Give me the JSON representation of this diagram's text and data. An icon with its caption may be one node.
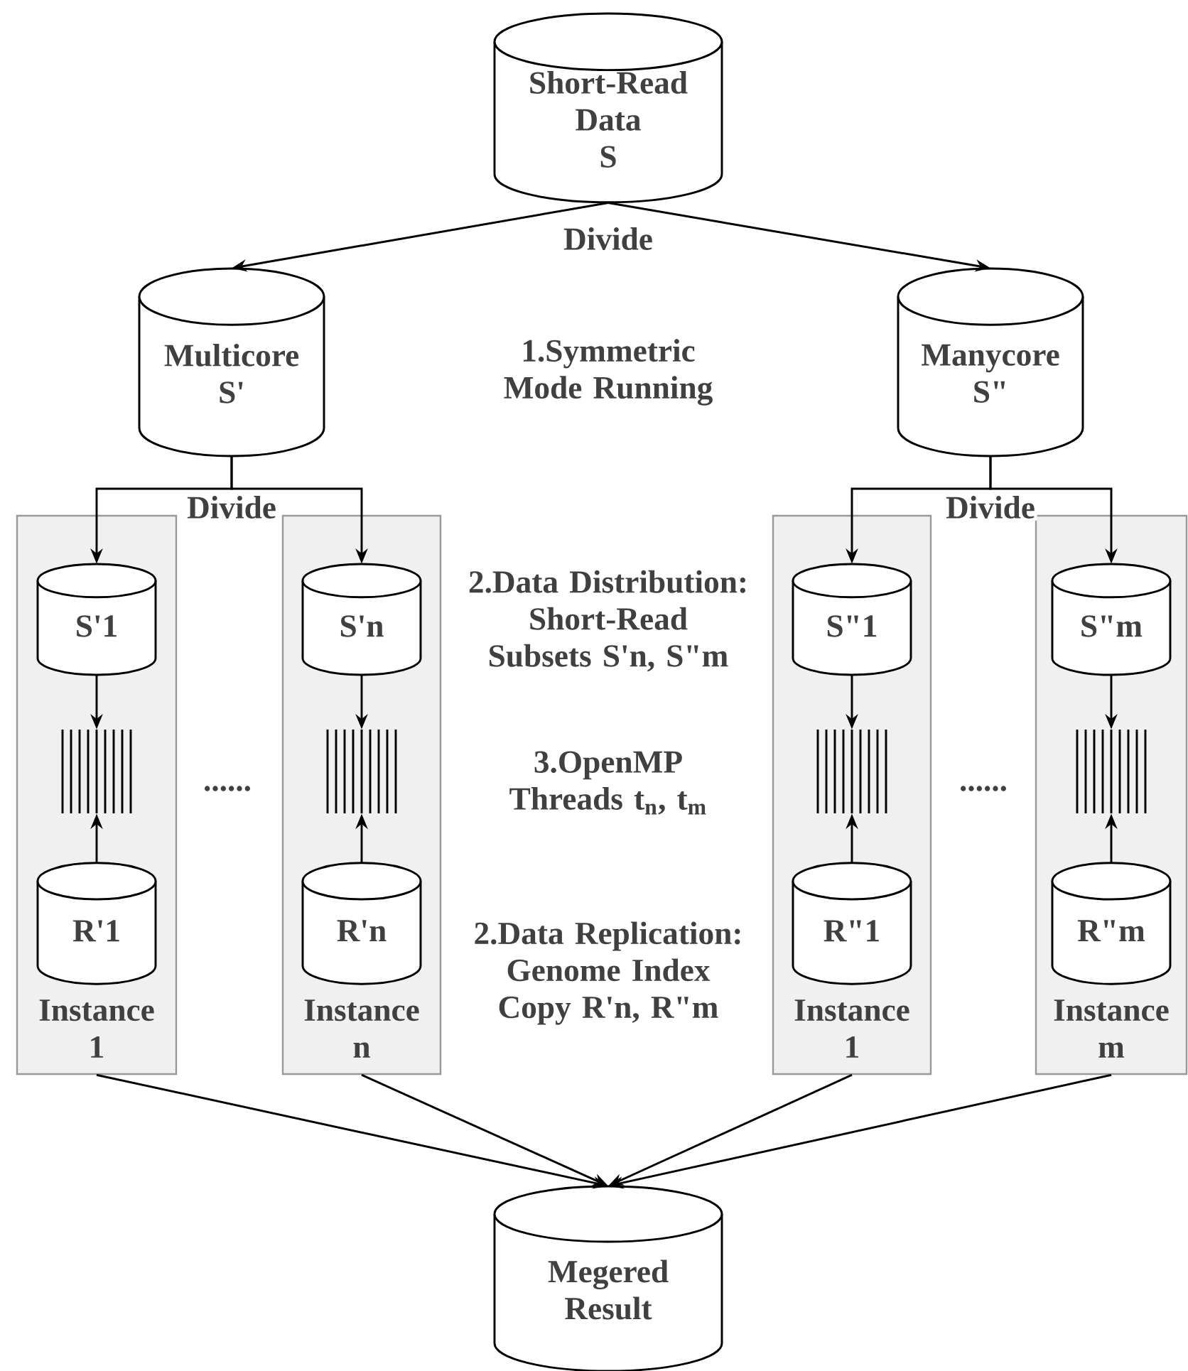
{
  "diagram": {
    "nodes": [
      {
        "text": [
          "Short-Read Data",
          "S"
        ]
      },
      {
        "text": [
          "Multicore",
          "S'"
        ]
      },
      {
        "text": [
          "Manycore",
          "S\""
        ]
      },
      {
        "text": [
          "Instance 1"
        ]
      },
      {
        "text": [
          "S'1"
        ],
        "in": 3
      },
      {
        "text": [],
        "shape": "bar",
        "in": 3
      },
      {
        "text": [
          "R'1"
        ],
        "in": 3
      },
      {
        "text": [
          "Instance n"
        ]
      },
      {
        "text": [
          "S'n"
        ],
        "in": 7
      },
      {
        "text": [],
        "shape": "bar",
        "in": 7
      },
      {
        "text": [
          "R'n"
        ],
        "in": 7
      },
      {
        "text": [
          "Instance 1"
        ]
      },
      {
        "text": [
          "S\"1"
        ],
        "in": 11
      },
      {
        "text": [],
        "shape": "bar",
        "in": 11
      },
      {
        "text": [
          "R\"1"
        ],
        "in": 11
      },
      {
        "text": [
          "Instance m"
        ]
      },
      {
        "text": [
          "S\"m"
        ],
        "in": 15
      },
      {
        "text": [],
        "shape": "bar",
        "in": 15
      },
      {
        "text": [
          "R\"m"
        ],
        "in": 15
      },
      {
        "text": [
          "Megered Result"
        ]
      }
    ],
    "edges": [
      {
        "from": 0,
        "to": 1,
        "arrow": "to",
        "label": "Divide"
      },
      {
        "from": 0,
        "to": 2,
        "arrow": "to"
      },
      {
        "from": 1,
        "to": 4,
        "arrow": "to",
        "label": "Divide"
      },
      {
        "from": 1,
        "to": 8,
        "arrow": "to"
      },
      {
        "from": 2,
        "to": 12,
        "arrow": "to",
        "label": "Divide"
      },
      {
        "from": 2,
        "to": 16,
        "arrow": "to"
      },
      {
        "from": 4,
        "to": 5,
        "arrow": "to"
      },
      {
        "from": 6,
        "to": 5,
        "arrow": "to"
      },
      {
        "from": 8,
        "to": 9,
        "arrow": "to"
      },
      {
        "from": 10,
        "to": 9,
        "arrow": "to"
      },
      {
        "from": 12,
        "to": 13,
        "arrow": "to"
      },
      {
        "from": 14,
        "to": 13,
        "arrow": "to"
      },
      {
        "from": 16,
        "to": 17,
        "arrow": "to"
      },
      {
        "from": 18,
        "to": 17,
        "arrow": "to"
      },
      {
        "from": 3,
        "to": 19,
        "arrow": "to"
      },
      {
        "from": 7,
        "to": 19,
        "arrow": "to"
      },
      {
        "from": 11,
        "to": 19,
        "arrow": "to"
      },
      {
        "from": 15,
        "to": 19,
        "arrow": "to"
      }
    ],
    "labels": [
      "1.Symmetric Mode Running",
      "2.Data Distribution: Short-Read Subsets S'n, S\"m",
      "......",
      "3.OpenMP Threads t$_{n}$, t$_{m}$",
      "......",
      "2.Data Replication: Genome Index Copy R'n, R\"m"
    ]
  }
}
